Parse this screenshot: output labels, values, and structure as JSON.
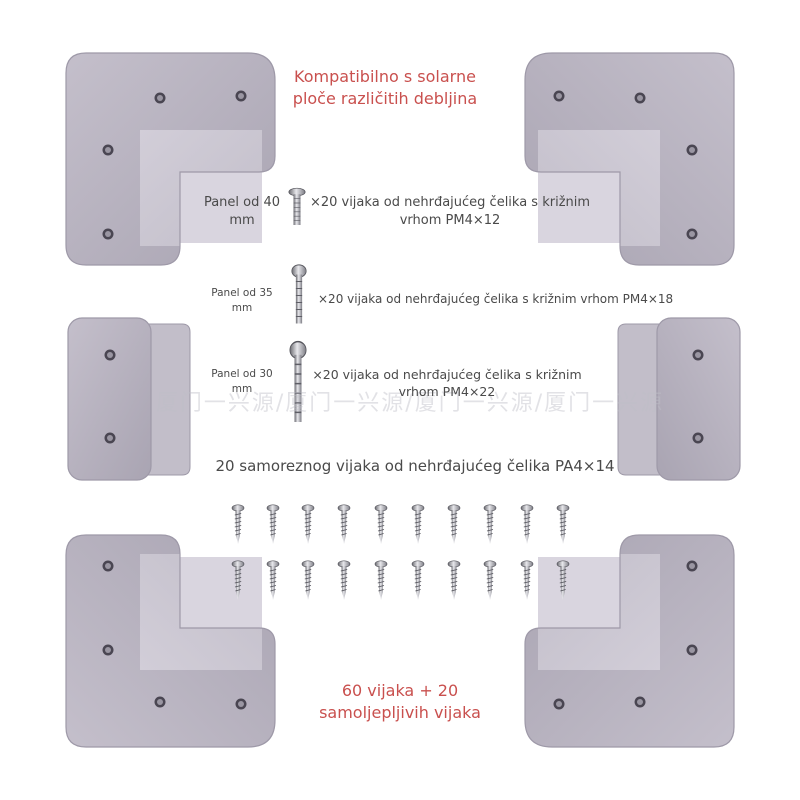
{
  "headline": "Kompatibilno s solarne ploče različitih debljina",
  "rows": [
    {
      "panel": "Panel od 40 mm",
      "screws": "×20 vijaka od nehrđajućeg čelika s križnim vrhom PM4×12"
    },
    {
      "panel": "Panel od 35 mm",
      "screws": "×20 vijaka od nehrđajućeg čelika s križnim vrhom PM4×18"
    },
    {
      "panel": "Panel od 30 mm",
      "screws": "×20 vijaka od nehrđajućeg čelika s križnim vrhom PM4×22"
    }
  ],
  "self_tapping": "20 samoreznog vijaka od nehrđajućeg čelika PA4×14",
  "total": "60 vijaka + 20 samoljepljivih vijaka",
  "watermark": "厦门一兴源/厦门一兴源/厦门一兴源/厦门一兴源",
  "colors": {
    "accent": "#c9504e",
    "plastic": "#b3aebc",
    "text": "#4a4a4a"
  }
}
